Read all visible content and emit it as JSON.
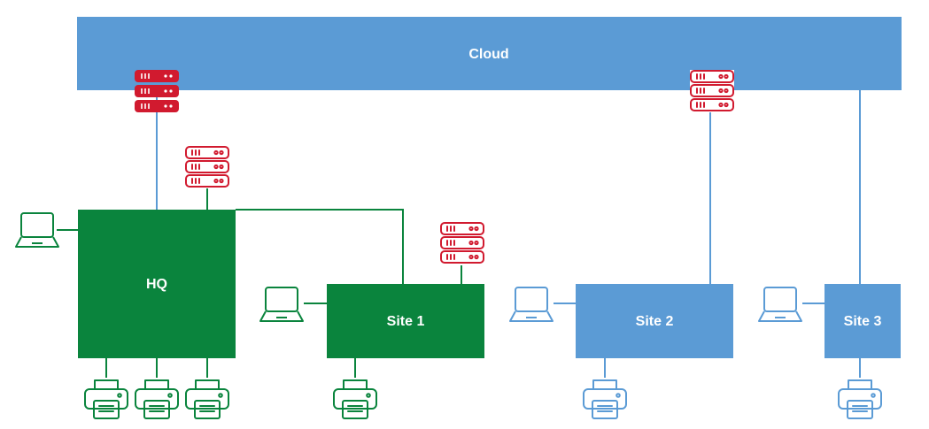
{
  "colors": {
    "cloud": "#5b9bd5",
    "hq_network": "#0a843d",
    "server": "#d11a2f",
    "background": "#ffffff",
    "label": "#ffffff"
  },
  "nodes": {
    "cloud": {
      "label": "Cloud"
    },
    "hq": {
      "label": "HQ"
    },
    "site1": {
      "label": "Site 1"
    },
    "site2": {
      "label": "Site 2"
    },
    "site3": {
      "label": "Site 3"
    }
  },
  "icons": {
    "server": "server-rack-icon",
    "laptop": "laptop-icon",
    "printer": "printer-icon"
  }
}
